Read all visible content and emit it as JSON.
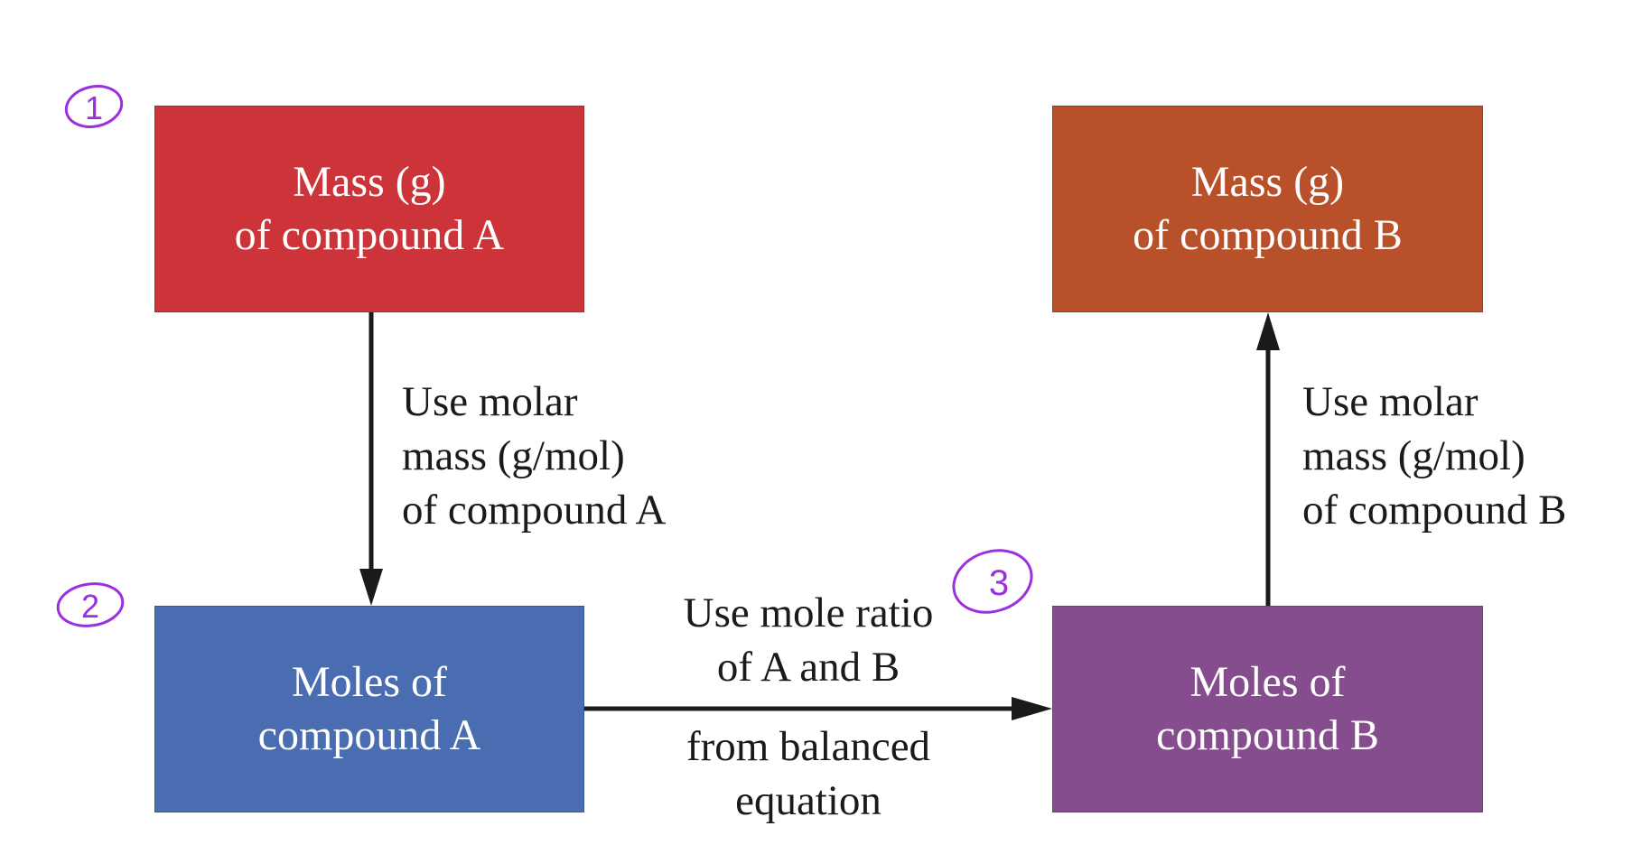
{
  "boxes": {
    "mass_a": {
      "line1": "Mass (g)",
      "line2": "of compound A",
      "color": "#cc343a"
    },
    "mass_b": {
      "line1": "Mass (g)",
      "line2": "of compound B",
      "color": "#b8502a"
    },
    "moles_a": {
      "line1": "Moles of",
      "line2": "compound A",
      "color": "#4a6db2"
    },
    "moles_b": {
      "line1": "Moles of",
      "line2": "compound B",
      "color": "#864d8e"
    }
  },
  "arrows": {
    "a_down": {
      "line1": "Use molar",
      "line2": "mass (g/mol)",
      "line3": "of compound A"
    },
    "b_up": {
      "line1": "Use molar",
      "line2": "mass (g/mol)",
      "line3": "of compound B"
    },
    "ratio": {
      "line1": "Use mole ratio",
      "line2": "of A and B",
      "line3": "from balanced",
      "line4": "equation"
    }
  },
  "annotations": {
    "step1": "1",
    "step2": "2",
    "step3": "3",
    "color": "#9b30e0"
  },
  "colors": {
    "arrow": "#1a1a1a",
    "text": "#1a1a1a"
  }
}
